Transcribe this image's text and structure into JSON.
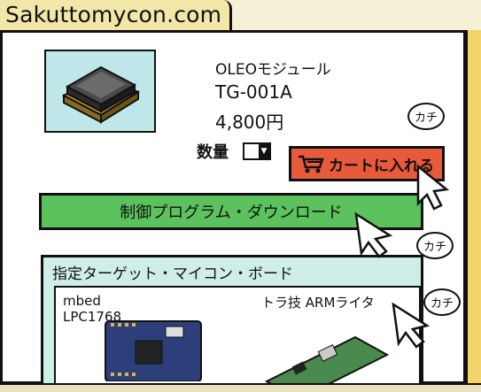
{
  "site": {
    "title": "Sakuttomycon.com"
  },
  "product": {
    "name": "OLEOモジュール",
    "model": "TG-001A",
    "price": "4,800円",
    "quantity_label": "数量"
  },
  "buttons": {
    "add_to_cart": "カートに入れる",
    "download": "制御プログラム・ダウンロード"
  },
  "boards": {
    "heading": "指定ターゲット・マイコン・ボード",
    "mbed_line1": "mbed",
    "mbed_line2": "LPC1768",
    "armlite": "トラ技 ARMライタ"
  },
  "annotations": {
    "click": "カチ"
  },
  "colors": {
    "cart": "#e85a3c",
    "download": "#5cc25e",
    "panel": "#cfeeea",
    "header_tab": "#f2e6a8"
  }
}
